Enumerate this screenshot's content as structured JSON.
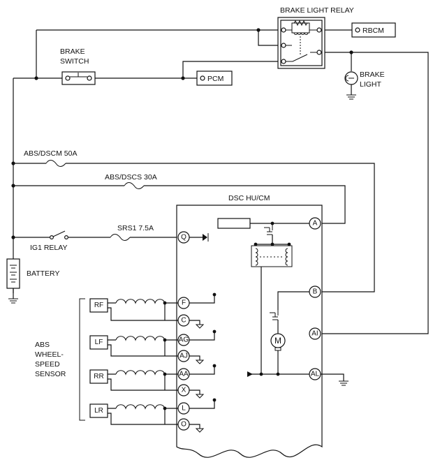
{
  "relay": {
    "title": "BRAKE LIGHT RELAY"
  },
  "rbcm": "RBCM",
  "pcm": "PCM",
  "brake_switch": [
    "BRAKE",
    "SWITCH"
  ],
  "brake_light": [
    "BRAKE",
    "LIGHT"
  ],
  "fuses": {
    "dscm": "ABS/DSCM 50A",
    "dscs": "ABS/DSCS 30A",
    "srs1": "SRS1 7.5A"
  },
  "ig1_relay": "IG1 RELAY",
  "battery": "BATTERY",
  "module": {
    "title": "DSC HU/CM"
  },
  "pins": {
    "a": "A",
    "b": "B",
    "ai": "AI",
    "al": "AL",
    "q": "Q",
    "f": "F",
    "c": "C",
    "ag": "AG",
    "aj": "AJ",
    "aa": "AA",
    "x": "X",
    "l": "L",
    "o": "O"
  },
  "motor": "M",
  "sensors": {
    "rf": "RF",
    "lf": "LF",
    "rr": "RR",
    "lr": "LR"
  },
  "sensor_group": [
    "ABS",
    "WHEEL-",
    "SPEED",
    "SENSOR"
  ]
}
